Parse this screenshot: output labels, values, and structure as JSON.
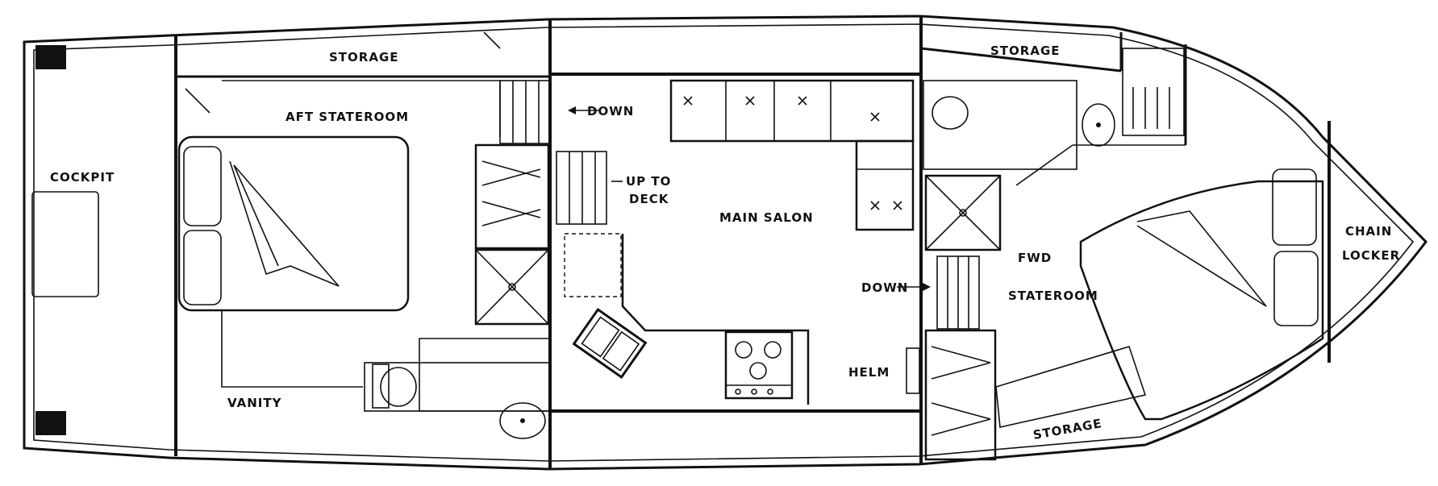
{
  "labels": {
    "cockpit": "COCKPIT",
    "storage_aft": "STORAGE",
    "aft_stateroom": "AFT STATEROOM",
    "vanity": "VANITY",
    "down_aft": "DOWN",
    "up_to_deck_1": "UP TO",
    "up_to_deck_2": "DECK",
    "main_salon": "MAIN SALON",
    "helm": "HELM",
    "down_fwd": "DOWN",
    "storage_fwd_top": "STORAGE",
    "fwd_stateroom_1": "FWD",
    "fwd_stateroom_2": "STATEROOM",
    "storage_fwd_bottom": "STORAGE",
    "chain_locker_1": "CHAIN",
    "chain_locker_2": "LOCKER"
  }
}
